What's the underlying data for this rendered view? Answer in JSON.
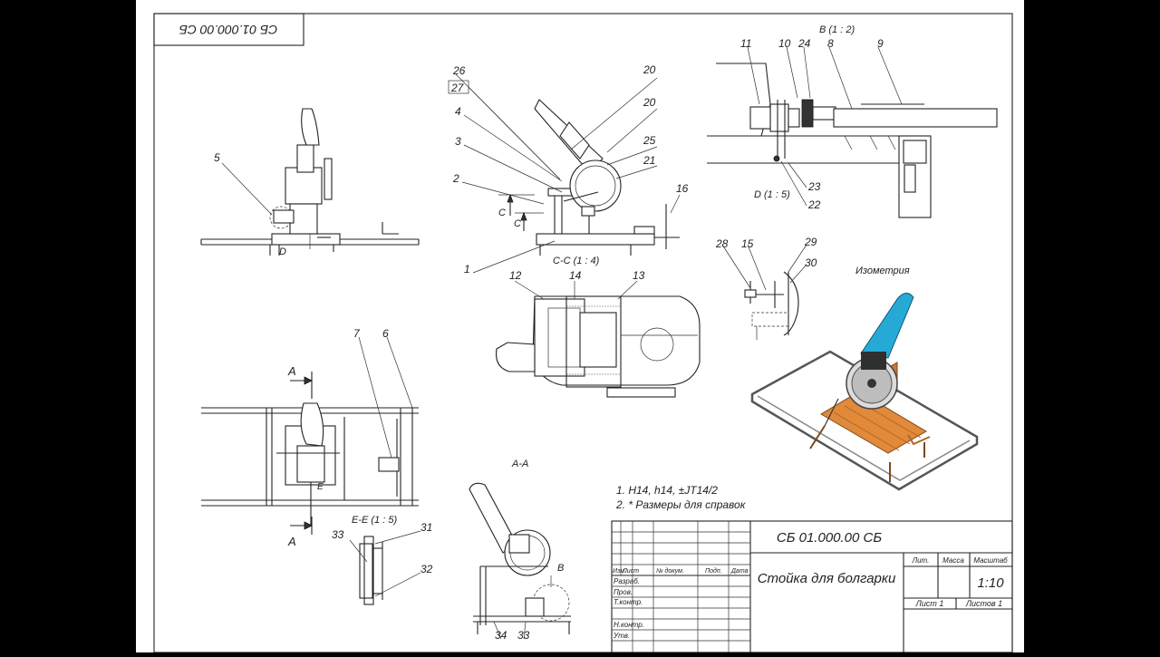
{
  "drawing": {
    "stamp_code_rotated": "СБ 01.000.00 СБ",
    "notes": [
      "1. H14, h14, ±JT14/2",
      "2. * Размеры для справок"
    ],
    "view_labels": {
      "section_cc": "С-С (1 : 4)",
      "detail_b": "В (1 : 2)",
      "detail_d": "D (1 : 5)",
      "isometry": "Изометрия",
      "section_aa": "А-А",
      "section_ee": "Е-Е (1 : 5)",
      "arrow_a_top": "А",
      "arrow_a_bottom": "А",
      "mark_d": "D",
      "mark_c1": "С",
      "mark_c2": "С",
      "mark_e": "Е",
      "mark_b": "В"
    },
    "callouts": {
      "c1": "1",
      "c2": "2",
      "c3": "3",
      "c4": "4",
      "c5": "5",
      "c6": "6",
      "c7": "7",
      "c8": "8",
      "c9": "9",
      "c10": "10",
      "c11": "11",
      "c12": "12",
      "c13": "13",
      "c14": "14",
      "c15": "15",
      "c16": "16",
      "c20a": "20",
      "c20b": "20",
      "c21": "21",
      "c22": "22",
      "c23": "23",
      "c24": "24",
      "c25": "25",
      "c26": "26",
      "c27": "27",
      "c28": "28",
      "c29": "29",
      "c30": "30",
      "c31": "31",
      "c32": "32",
      "c33": "33",
      "c34": "34"
    }
  },
  "title_block": {
    "doc_code": "СБ 01.000.00 СБ",
    "title": "Стойка для болгарки",
    "col_lit": "Лит.",
    "col_mass": "Масса",
    "col_scale": "Масштаб",
    "scale": "1:10",
    "sheet": "Лист 1",
    "sheets": "Листов 1",
    "header": {
      "izm": "Изм.",
      "list": "Лист",
      "doc": "№ докум.",
      "sign": "Подп.",
      "date": "Дата"
    },
    "roles": {
      "razrab": "Разраб.",
      "prov": "Пров.",
      "tkontr": "Т.контр.",
      "nkontr": "Н.контр.",
      "utv": "Утв."
    }
  }
}
